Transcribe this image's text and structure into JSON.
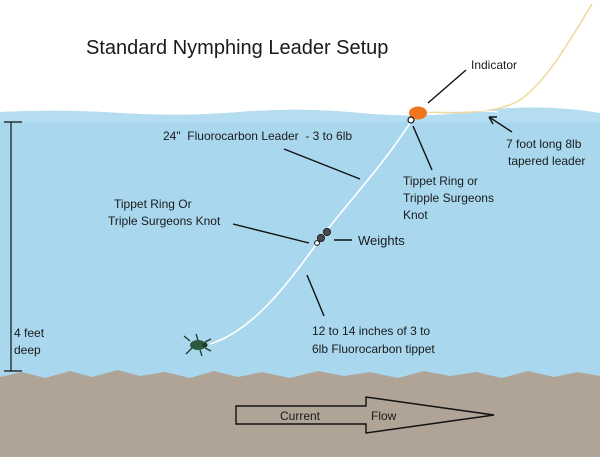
{
  "title": "Standard Nymphing Leader Setup",
  "labels": {
    "indicator": "Indicator",
    "fluoro_leader": "24\"  Fluorocarbon Leader  - 3 to 6lb",
    "tapered_leader": [
      "7 foot long 8lb",
      "tapered leader"
    ],
    "tippet_ring_right": [
      "Tippet Ring or",
      "Tripple Surgeons",
      "Knot"
    ],
    "tippet_ring_left": [
      "Tippet Ring Or",
      "Triple Surgeons Knot"
    ],
    "weights": "Weights",
    "tippet": [
      "12 to 14 inches of 3 to",
      "6lb Fluorocarbon tippet"
    ],
    "depth": [
      "4 feet",
      "deep"
    ],
    "current": "Current",
    "flow": "Flow"
  },
  "colors": {
    "water": "#a9d8ee",
    "water_surface": "#aed9ef",
    "sky": "#ffffff",
    "riverbed": "#b0a497",
    "indicator": "#f0761e",
    "fly_line": "#efd9a0",
    "leader": "#ffffff",
    "pointer_lines": "#111111",
    "nymph": "#2c5a3e"
  }
}
